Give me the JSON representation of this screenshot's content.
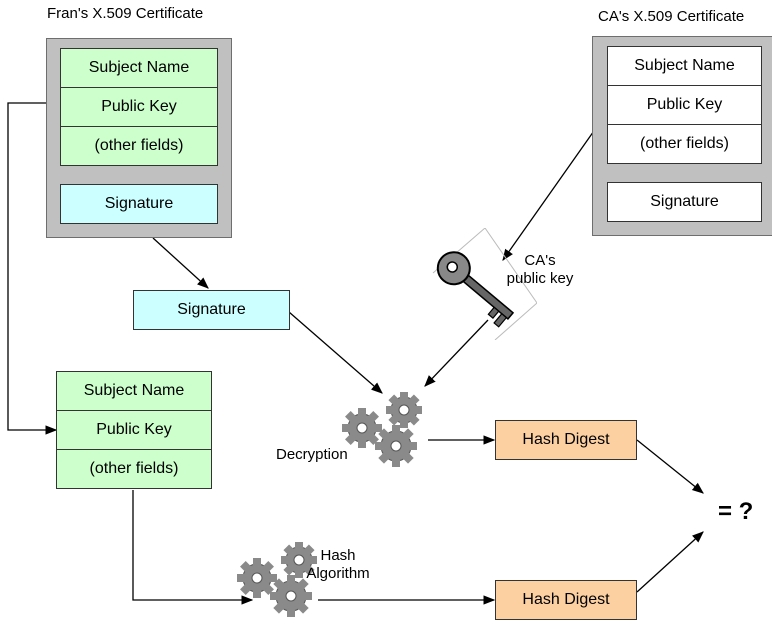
{
  "fran_cert": {
    "title": "Fran's X.509 Certificate",
    "subject_name": "Subject Name",
    "public_key": "Public Key",
    "other_fields": "(other fields)",
    "signature": "Signature"
  },
  "ca_cert": {
    "title": "CA's X.509 Certificate",
    "subject_name": "Subject Name",
    "public_key": "Public Key",
    "other_fields": "(other fields)",
    "signature": "Signature"
  },
  "extracted_signature": "Signature",
  "key_label": "CA's\npublic key",
  "tbs_fields": {
    "subject_name": "Subject Name",
    "public_key": "Public Key",
    "other_fields": "(other fields)"
  },
  "decryption_label": "Decryption",
  "hash_algorithm_label": "Hash\nAlgorithm",
  "hash_digest_top": "Hash Digest",
  "hash_digest_bottom": "Hash Digest",
  "compare_label": "= ?",
  "icons": {
    "gears": "gears-icon",
    "key": "key-icon"
  },
  "colors": {
    "green_field": "#ccffcc",
    "cyan_field": "#ccffff",
    "orange_field": "#fdd0a2",
    "cert_frame": "#c0c0c0"
  }
}
